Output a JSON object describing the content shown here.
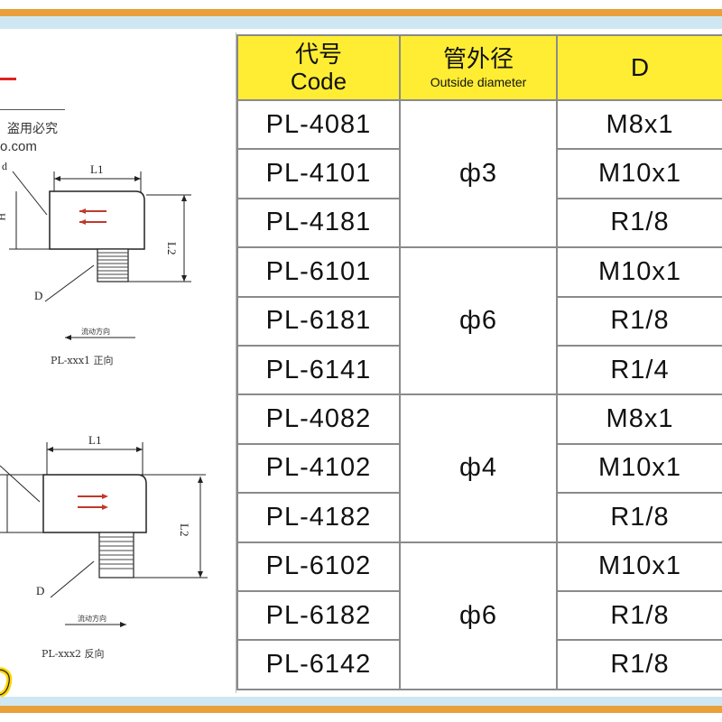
{
  "watermark": {
    "text_cn": "盗用必究",
    "url": "o.com"
  },
  "figures": [
    {
      "dim_l1": "L1",
      "dim_l2": "L2",
      "dim_h": "H",
      "label_d": "D",
      "label_d_small": "d",
      "flow_text": "流动方向",
      "caption": "PL-xxx1  正向"
    },
    {
      "dim_l1": "L1",
      "dim_l2": "L2",
      "label_d": "D",
      "flow_text": "流动方向",
      "caption": "PL-xxx2  反向"
    }
  ],
  "table": {
    "headers": {
      "code_cn": "代号",
      "code_en": "Code",
      "od_cn": "管外径",
      "od_en": "Outside diameter",
      "d": "D"
    },
    "groups": [
      {
        "outside_diameter": "ф3",
        "rows": [
          {
            "code": "PL-4081",
            "d": "M8x1"
          },
          {
            "code": "PL-4101",
            "d": "M10x1"
          },
          {
            "code": "PL-4181",
            "d": "R1/8"
          }
        ]
      },
      {
        "outside_diameter": "ф6",
        "rows": [
          {
            "code": "PL-6101",
            "d": "M10x1"
          },
          {
            "code": "PL-6181",
            "d": "R1/8"
          },
          {
            "code": "PL-6141",
            "d": "R1/4"
          }
        ]
      },
      {
        "outside_diameter": "ф4",
        "rows": [
          {
            "code": "PL-4082",
            "d": "M8x1"
          },
          {
            "code": "PL-4102",
            "d": "M10x1"
          },
          {
            "code": "PL-4182",
            "d": "R1/8"
          }
        ]
      },
      {
        "outside_diameter": "ф6",
        "rows": [
          {
            "code": "PL-6102",
            "d": "M10x1"
          },
          {
            "code": "PL-6182",
            "d": "R1/8"
          },
          {
            "code": "PL-6142",
            "d": "R1/8"
          }
        ]
      }
    ]
  },
  "colors": {
    "header_bg": "#ffed33",
    "border": "#8a8a8a",
    "band_orange": "#e9a03b",
    "band_blue": "#cfe7f3",
    "flow_arrow": "#c0392b"
  }
}
